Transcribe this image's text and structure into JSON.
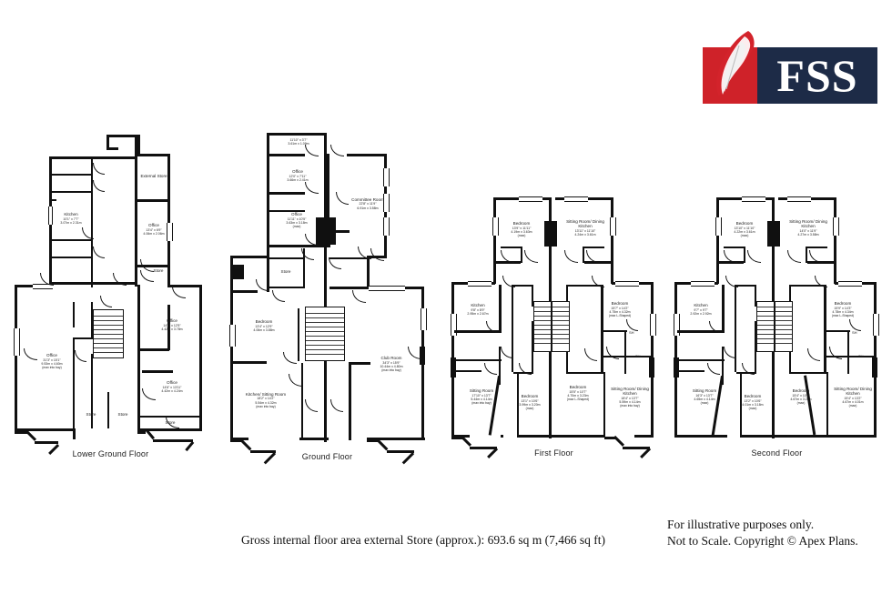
{
  "brand": {
    "name": "FSS",
    "logo_icon": "feather-icon",
    "red": "#cf2229",
    "navy": "#1d2b47"
  },
  "footer": {
    "area_text": "Gross internal floor area external Store (approx.): 693.6 sq m (7,466 sq ft)",
    "disclaimer_line1": "For illustrative purposes only.",
    "disclaimer_line2": "Not to Scale. Copyright © Apex Plans."
  },
  "floors": [
    {
      "id": "lower-ground-floor",
      "caption": "Lower Ground Floor",
      "rooms": [
        {
          "name": "Kitchen",
          "dim_ft": "10'1\" x 7'7\"",
          "dim_m": "3.07m x 2.31m",
          "note": ""
        },
        {
          "name": "External Store",
          "dim_ft": "",
          "dim_m": "",
          "note": ""
        },
        {
          "name": "Office",
          "dim_ft": "13'4\" x 6'9\"",
          "dim_m": "4.06m x 2.06m",
          "note": ""
        },
        {
          "name": "Store",
          "dim_ft": "",
          "dim_m": "",
          "note": ""
        },
        {
          "name": "Office",
          "dim_ft": "14'6\" x 12'5\"",
          "dim_m": "4.42m x 3.78m",
          "note": ""
        },
        {
          "name": "Office",
          "dim_ft": "31'3\" x 15'1\"",
          "dim_m": "9.53m x 4.60m",
          "note": "(max into bay)"
        },
        {
          "name": "Office",
          "dim_ft": "14'6\" x 13'11\"",
          "dim_m": "4.42m x 4.24m",
          "note": ""
        },
        {
          "name": "Store",
          "dim_ft": "",
          "dim_m": "",
          "note": ""
        },
        {
          "name": "Store",
          "dim_ft": "",
          "dim_m": "",
          "note": ""
        },
        {
          "name": "Store",
          "dim_ft": "",
          "dim_m": "",
          "note": ""
        }
      ]
    },
    {
      "id": "ground-floor",
      "caption": "Ground Floor",
      "rooms": [
        {
          "name": "",
          "dim_ft": "11'10\" x 3'7\"",
          "dim_m": "3.61m x 1.09m",
          "note": ""
        },
        {
          "name": "Office",
          "dim_ft": "12'0\" x 7'11\"",
          "dim_m": "3.66m x 2.41m",
          "note": ""
        },
        {
          "name": "Office",
          "dim_ft": "11'11\" x 10'5\"",
          "dim_m": "3.63m x 3.18m",
          "note": "(max)"
        },
        {
          "name": "Committee Room",
          "dim_ft": "22'8\" x 11'9\"",
          "dim_m": "6.91m x 3.58m",
          "note": ""
        },
        {
          "name": "Store",
          "dim_ft": "",
          "dim_m": "",
          "note": ""
        },
        {
          "name": "SH",
          "dim_ft": "",
          "dim_m": "",
          "note": ""
        },
        {
          "name": "Bedroom",
          "dim_ft": "13'4\" x 12'9\"",
          "dim_m": "4.06m x 3.88m",
          "note": ""
        },
        {
          "name": "Kitchen/ Sitting Room",
          "dim_ft": "18'2\" x 14'2\"",
          "dim_m": "5.54m x 4.32m",
          "note": "(max into bay)"
        },
        {
          "name": "Club Room",
          "dim_ft": "34'3\" x 15'9\"",
          "dim_m": "10.44m x 4.80m",
          "note": "(max into bay)"
        }
      ]
    },
    {
      "id": "first-floor",
      "caption": "First Floor",
      "rooms": [
        {
          "name": "Bedroom",
          "dim_ft": "13'9\" x 11'11\"",
          "dim_m": "4.19m x 3.63m",
          "note": "(max)"
        },
        {
          "name": "Sitting Room/ Dining Kitchen",
          "dim_ft": "13'11\" x 11'10\"",
          "dim_m": "4.24m x 3.61m",
          "note": ""
        },
        {
          "name": "Kitchen",
          "dim_ft": "9'8\" x 8'9\"",
          "dim_m": "2.95m x 2.67m",
          "note": ""
        },
        {
          "name": "Bedroom",
          "dim_ft": "15'7\" x 14'2\"",
          "dim_m": "4.75m x 4.32m",
          "note": "(max L-Shaped)"
        },
        {
          "name": "SH",
          "dim_ft": "",
          "dim_m": "",
          "note": ""
        },
        {
          "name": "SH",
          "dim_ft": "",
          "dim_m": "",
          "note": ""
        },
        {
          "name": "Sitting Room",
          "dim_ft": "17'10\" x 13'7\"",
          "dim_m": "5.44m x 4.14m",
          "note": "(max into bay)"
        },
        {
          "name": "Bedroom",
          "dim_ft": "13'1\" x 10'6\"",
          "dim_m": "3.99m x 3.20m",
          "note": "(max)"
        },
        {
          "name": "Bedroom",
          "dim_ft": "15'5\" x 10'7\"",
          "dim_m": "4.70m x 3.23m",
          "note": "(max L-Shaped)"
        },
        {
          "name": "Sitting Room/ Dining Kitchen",
          "dim_ft": "18'4\" x 13'7\"",
          "dim_m": "5.59m x 4.14m",
          "note": "(max into bay)"
        }
      ]
    },
    {
      "id": "second-floor",
      "caption": "Second Floor",
      "rooms": [
        {
          "name": "Bedroom",
          "dim_ft": "13'10\" x 11'10\"",
          "dim_m": "4.22m x 3.61m",
          "note": "(max)"
        },
        {
          "name": "Sitting Room/ Dining Kitchen",
          "dim_ft": "14'0\" x 11'9\"",
          "dim_m": "4.27m x 3.58m",
          "note": ""
        },
        {
          "name": "Kitchen",
          "dim_ft": "9'7\" x 9'7\"",
          "dim_m": "2.92m x 2.92m",
          "note": ""
        },
        {
          "name": "Bedroom",
          "dim_ft": "15'9\" x 14'3\"",
          "dim_m": "4.78m x 4.34m",
          "note": "(max L-Shaped)"
        },
        {
          "name": "SH",
          "dim_ft": "",
          "dim_m": "",
          "note": ""
        },
        {
          "name": "SH",
          "dim_ft": "",
          "dim_m": "",
          "note": ""
        },
        {
          "name": "Sitting Room",
          "dim_ft": "16'3\" x 13'7\"",
          "dim_m": "4.65m x 4.14m",
          "note": "(max)"
        },
        {
          "name": "Bedroom",
          "dim_ft": "13'2\" x 10'6\"",
          "dim_m": "4.01m x 3.18m",
          "note": "(max)"
        },
        {
          "name": "Bedroom",
          "dim_ft": "15'4\" x 10'9\"",
          "dim_m": "4.67m x 3.28m",
          "note": "(max)"
        },
        {
          "name": "Sitting Room/ Dining Kitchen",
          "dim_ft": "15'4\" x 13'2\"",
          "dim_m": "4.67m x 4.01m",
          "note": "(max)"
        }
      ]
    }
  ]
}
